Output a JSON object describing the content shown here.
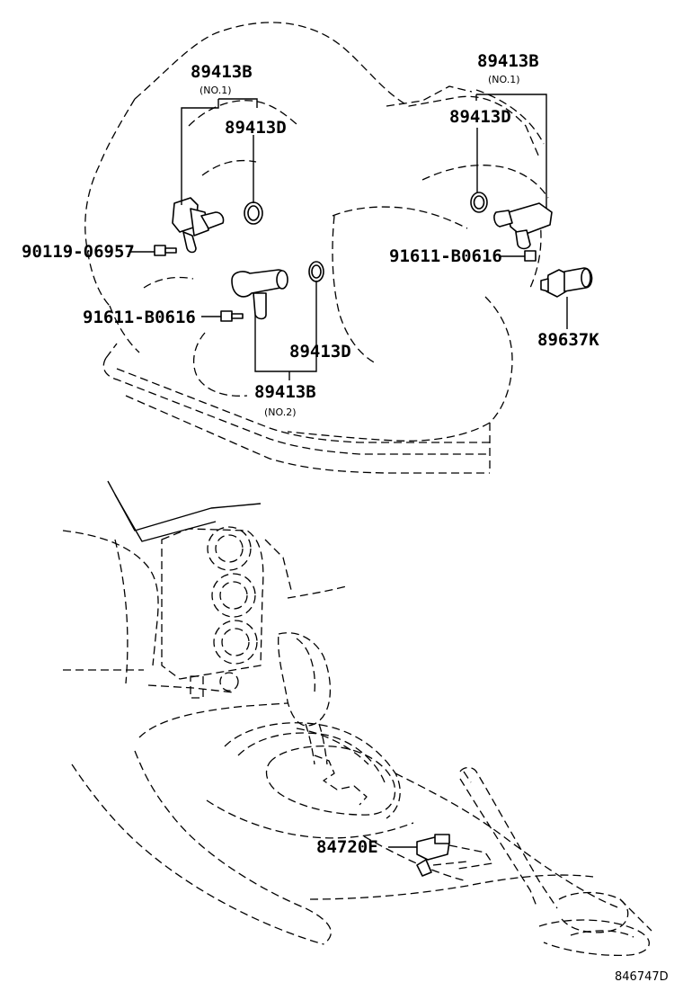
{
  "labels": {
    "top_left_sensor": "89413B",
    "top_left_sensor_note": "(NO.1)",
    "top_left_ring": "89413D",
    "left_bolt": "90119-06957",
    "mid_bolt": "91611-B0616",
    "mid_ring": "89413D",
    "mid_sensor": "89413B",
    "mid_sensor_note": "(NO.2)",
    "right_sensor": "89413B",
    "right_sensor_note": "(NO.1)",
    "right_ring": "89413D",
    "right_bolt": "91611-B0616",
    "pressure_switch": "89637K",
    "shift_switch": "84720E"
  },
  "figure_code": "846747D"
}
